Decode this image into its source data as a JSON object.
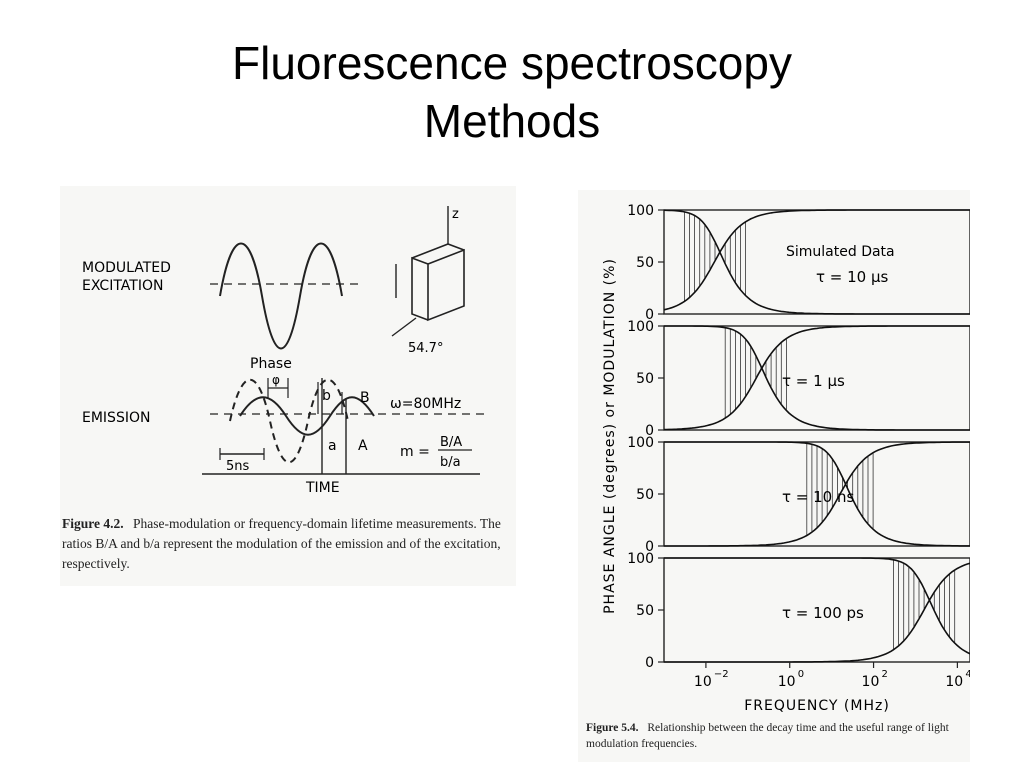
{
  "slide": {
    "title_line1": "Fluorescence spectroscopy",
    "title_line2": "Methods"
  },
  "figure_left": {
    "labels": {
      "modulated_excitation_1": "MODULATED",
      "modulated_excitation_2": "EXCITATION",
      "emission": "EMISSION",
      "phase": "Phase",
      "phi": "φ",
      "b": "b",
      "B": "B",
      "a": "a",
      "A": "A",
      "omega": "ω=80MHz",
      "m_eq": "m =",
      "m_num": "B/A",
      "m_den": "b/a",
      "ns5": "5ns",
      "time": "TIME",
      "z": "z",
      "angle": "54.7°"
    },
    "caption_label": "Figure 4.2.",
    "caption_text": "Phase-modulation or frequency-domain lifetime measurements. The ratios B/A and b/a represent the modulation of the emission and of the excitation, respectively."
  },
  "figure_right": {
    "caption_label": "Figure 5.4.",
    "caption_text": "Relationship between the decay time and the useful range of light modulation frequencies."
  },
  "chart_data": {
    "type": "line",
    "ylabel": "PHASE ANGLE (degrees) or MODULATION (%)",
    "xlabel": "FREQUENCY (MHz)",
    "x_scale": "log",
    "xlim": [
      0.001,
      20000
    ],
    "ylim": [
      0,
      100
    ],
    "x_ticks": [
      {
        "value": 0.01,
        "base": "10",
        "exp": "−2"
      },
      {
        "value": 1,
        "base": "10",
        "exp": "0"
      },
      {
        "value": 100,
        "base": "10",
        "exp": "2"
      },
      {
        "value": 10000,
        "base": "10",
        "exp": "4"
      }
    ],
    "y_ticks": [
      "0",
      "50",
      "100"
    ],
    "annotation": "Simulated Data",
    "panels": [
      {
        "label": "τ = 10 μs",
        "tau_seconds": 1e-05
      },
      {
        "label": "τ = 1 μs",
        "tau_seconds": 1e-06
      },
      {
        "label": "τ = 10 ns",
        "tau_seconds": 1e-08
      },
      {
        "label": "τ = 100 ps",
        "tau_seconds": 1e-10
      }
    ],
    "series": [
      {
        "name": "phase angle",
        "formula": "atan(2*pi*f*tau) in degrees, scaled to 0-100"
      },
      {
        "name": "modulation",
        "formula": "100/sqrt(1+(2*pi*f*tau)^2)"
      }
    ],
    "useful_range_shading": "vertical hatch between phase 15-85 region"
  }
}
